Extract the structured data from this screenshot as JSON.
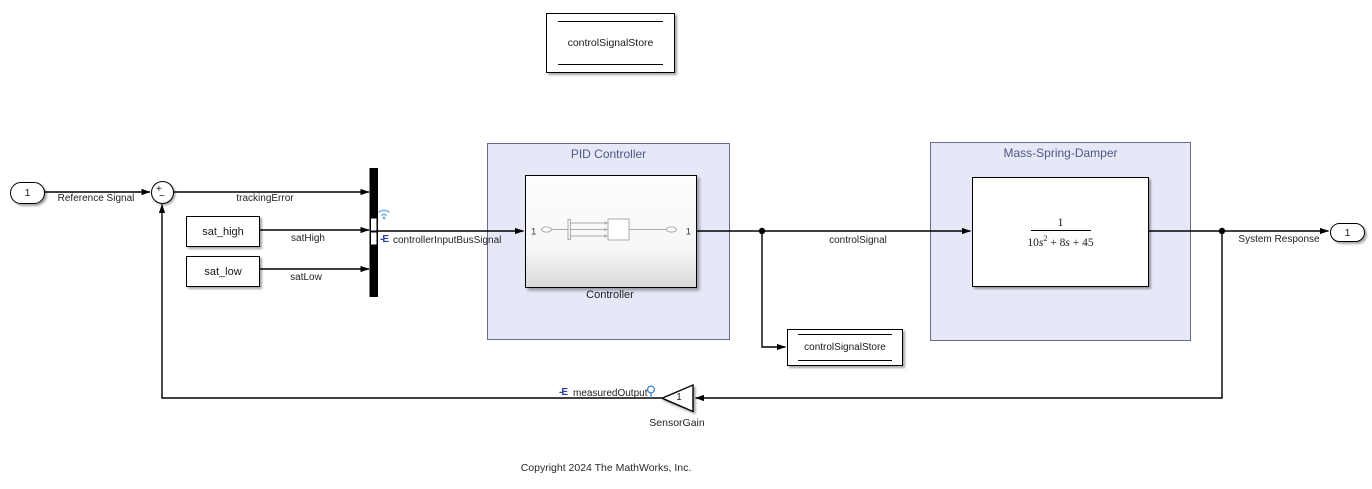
{
  "inport": {
    "port": "1",
    "label": "Reference Signal"
  },
  "sum": {
    "plus": "+",
    "minus": "−"
  },
  "constants": {
    "sat_high": "sat_high",
    "sat_low": "sat_low"
  },
  "signals": {
    "tracking_error": "trackingError",
    "sat_high": "satHigh",
    "sat_low": "satLow",
    "bus": "controllerInputBusSignal",
    "control": "controlSignal",
    "measured": "measuredOutput"
  },
  "logged_icon": "-E",
  "data_store_memory": {
    "label": "controlSignalStore"
  },
  "data_store_write": {
    "label": "controlSignalStore"
  },
  "pid_area": {
    "title": "PID Controller",
    "subsystem_label": "Controller",
    "port_in": "1",
    "port_out": "1"
  },
  "msd_area": {
    "title": "Mass-Spring-Damper"
  },
  "transfer_fcn": {
    "num": "1",
    "den_c1": "10",
    "den_s1": "s",
    "den_exp": "2",
    "den_c2": " + 8",
    "den_s2": "s",
    "den_c3": " + 45"
  },
  "gain": {
    "value": "1",
    "label": "SensorGain"
  },
  "outport": {
    "port": "1",
    "label": "System Response"
  },
  "copyright": "Copyright 2024 The MathWorks, Inc.",
  "colors": {
    "area_fill": "#e6e8f8",
    "area_border": "#666e8a",
    "area_title_text": "#4d5a85",
    "logged_signal_blue": "#2b3f9e",
    "wireless_badge_blue": "#82b4e4",
    "testpoint_blue": "#3f86c6"
  }
}
